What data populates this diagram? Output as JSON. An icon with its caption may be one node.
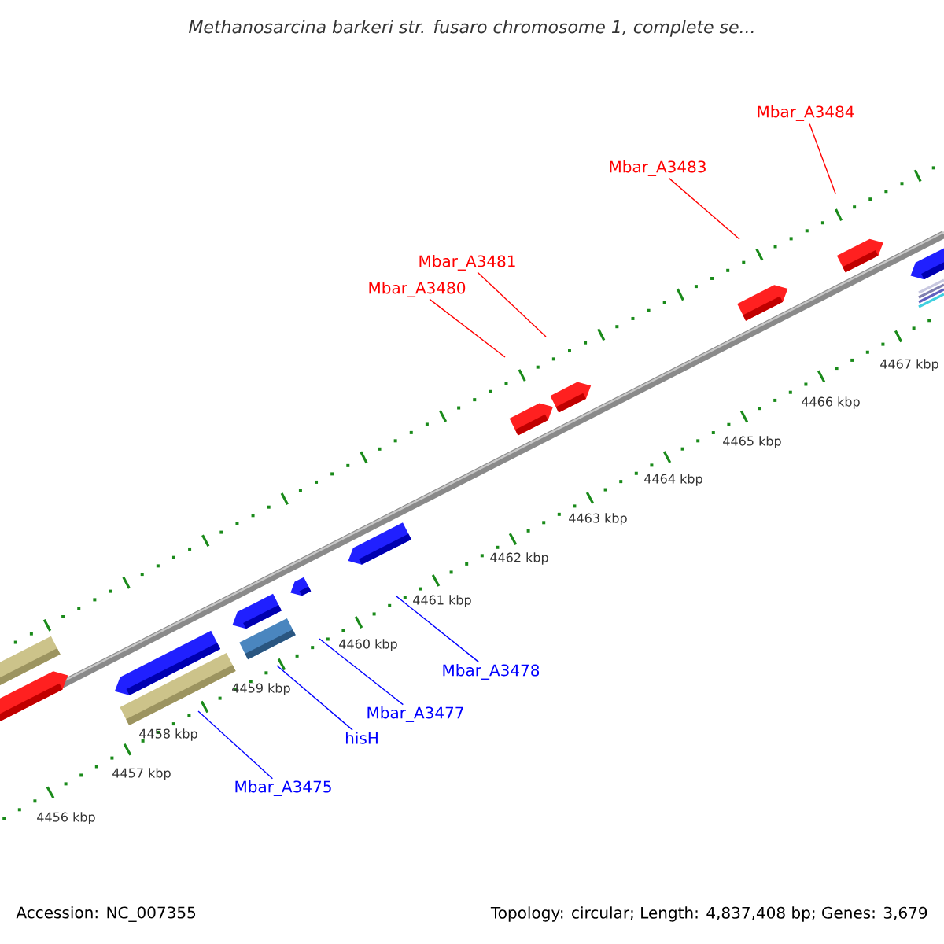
{
  "diagram": {
    "title": "Methanosarcina barkeri str. fusaro chromosome 1, complete se...",
    "nodes": [
      {
        "text": [
          "Mbar_A3484"
        ]
      },
      {
        "text": [
          "Mbar_A3483"
        ]
      },
      {
        "text": [
          "Mbar_A3481"
        ]
      },
      {
        "text": [
          "Mbar_A3480"
        ]
      },
      {
        "text": [
          "Mbar_A3478"
        ]
      },
      {
        "text": [
          "Mbar_A3477"
        ]
      },
      {
        "text": [
          "hisH"
        ]
      },
      {
        "text": [
          "Mbar_A3475"
        ]
      }
    ],
    "edges": [
      {
        "from": 0,
        "to": null,
        "arrow": "none",
        "color": "#ff0000"
      },
      {
        "from": 1,
        "to": null,
        "arrow": "none",
        "color": "#ff0000"
      },
      {
        "from": 2,
        "to": null,
        "arrow": "none",
        "color": "#ff0000"
      },
      {
        "from": 3,
        "to": null,
        "arrow": "none",
        "color": "#ff0000"
      },
      {
        "from": 4,
        "to": null,
        "arrow": "none",
        "color": "#0000ff"
      },
      {
        "from": 5,
        "to": null,
        "arrow": "none",
        "color": "#0000ff"
      },
      {
        "from": 6,
        "to": null,
        "arrow": "none",
        "color": "#0000ff"
      },
      {
        "from": 7,
        "to": null,
        "arrow": "none",
        "color": "#0000ff"
      }
    ],
    "labels": [
      "4467 kbp",
      "4466 kbp",
      "4465 kbp",
      "4464 kbp",
      "4463 kbp",
      "4462 kbp",
      "4461 kbp",
      "4460 kbp",
      "4459 kbp",
      "4458 kbp",
      "4457 kbp",
      "4456 kbp",
      "Accession: NC_007355",
      "Topology: circular; Length: 4,837,408 bp; Genes: 3,679"
    ]
  }
}
